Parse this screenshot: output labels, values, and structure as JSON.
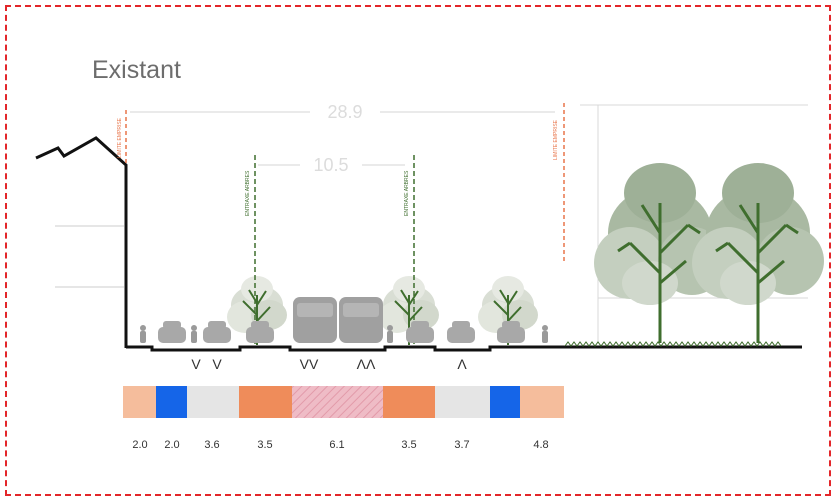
{
  "title": "Existant",
  "dimensions": {
    "overall": "28.9",
    "trees": "10.5"
  },
  "vertical_labels": {
    "limit_left": "LIMITE EMPRISE",
    "limit_right": "LIMITE EMPRISE",
    "tree_axis_left": "ENTRAXE ARBRES",
    "tree_axis_right": "ENTRAXE ARBRES"
  },
  "arrows": {
    "lane_a": "V",
    "lane_b": "V",
    "lane_c": "VV",
    "lane_d": "ΛΛ",
    "lane_e": "Λ"
  },
  "colors": {
    "border": "#e3262a",
    "limit_line": "#e8754a",
    "tree_axis": "#3f6e2e",
    "sidewalk": "#f5bd9c",
    "bike": "#1565e8",
    "road": "#e5e5e5",
    "parking": "#ef8c5a",
    "median": "#eeb7c2"
  },
  "band_widths": [
    "2.0",
    "2.0",
    "3.6",
    "3.5",
    "6.1",
    "3.5",
    "3.7",
    "4.8"
  ]
}
